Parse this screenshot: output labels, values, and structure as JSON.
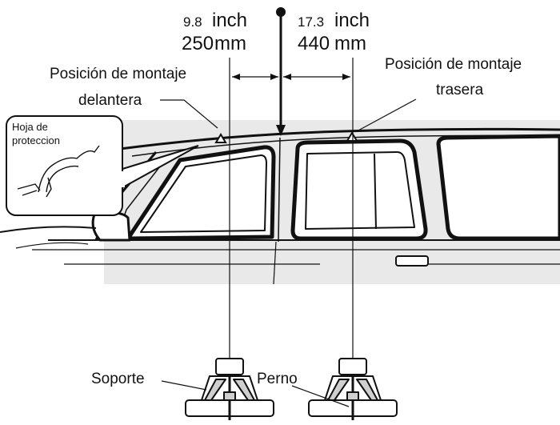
{
  "measurements": {
    "front": {
      "inch": "9.8",
      "inch_unit": "inch",
      "mm": "250",
      "mm_unit": "mm"
    },
    "rear": {
      "inch": "17.3",
      "inch_unit": "inch",
      "mm": "440",
      "mm_unit": "mm"
    }
  },
  "labels": {
    "front_mount_line1": "Posición de montaje",
    "front_mount_line2": "delantera",
    "rear_mount_line1": "Posición de montaje",
    "rear_mount_line2": "trasera",
    "protection_line1": "Hoja de",
    "protection_line2": "proteccion",
    "support": "Soporte",
    "bolt": "Perno"
  }
}
